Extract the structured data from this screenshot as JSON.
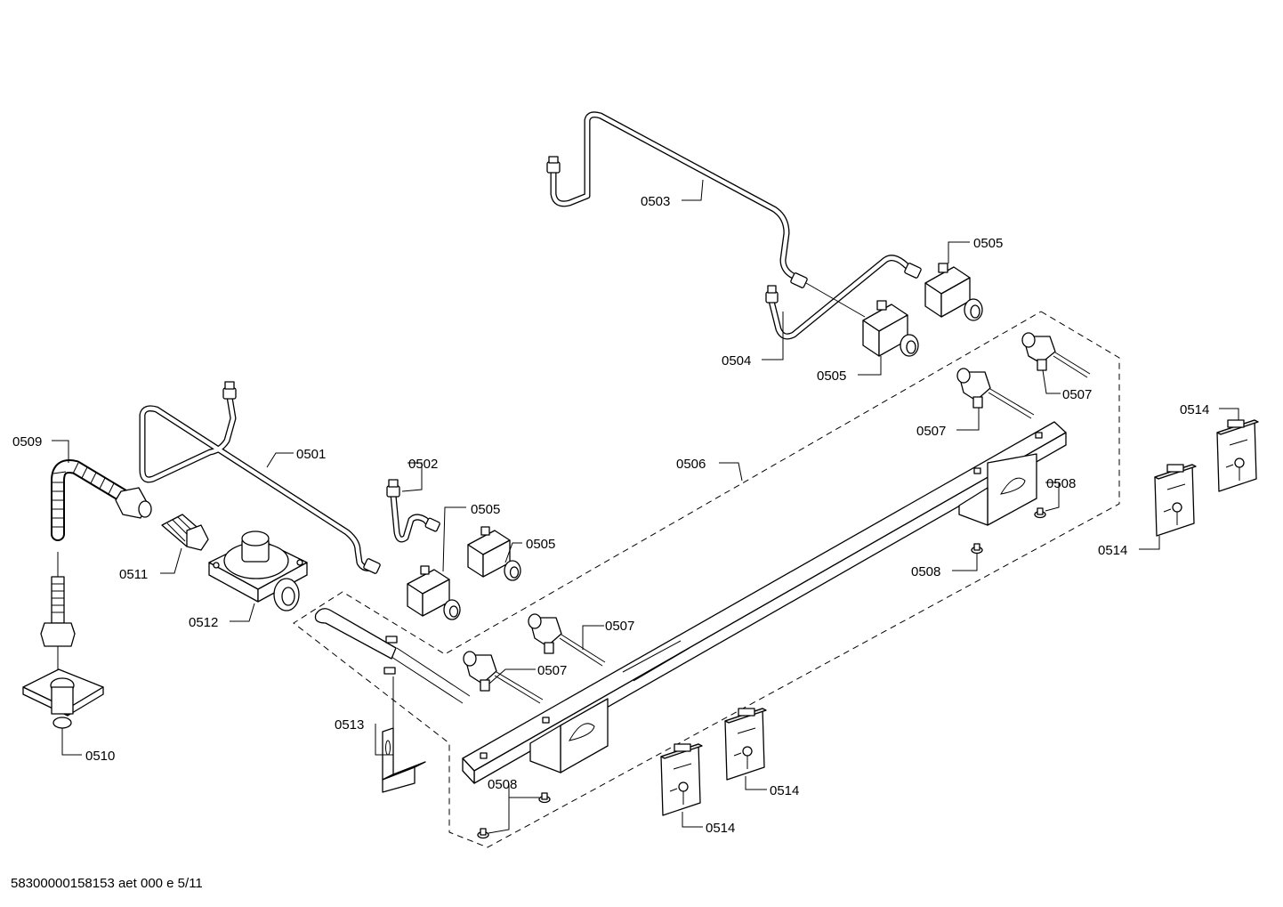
{
  "footer_text": "58300000158153 aet 000 e 5/11",
  "callouts": {
    "c0501": "0501",
    "c0502": "0502",
    "c0503": "0503",
    "c0504": "0504",
    "c0505_top": "0505",
    "c0505_mid": "0505",
    "c0505_left_a": "0505",
    "c0505_left_b": "0505",
    "c0506": "0506",
    "c0507_tr": "0507",
    "c0507_tm": "0507",
    "c0507_la": "0507",
    "c0507_lb": "0507",
    "c0508_r": "0508",
    "c0508_m": "0508",
    "c0508_b": "0508",
    "c0509": "0509",
    "c0510": "0510",
    "c0511": "0511",
    "c0512": "0512",
    "c0513": "0513",
    "c0514_r1": "0514",
    "c0514_r2": "0514",
    "c0514_b1": "0514",
    "c0514_b2": "0514"
  }
}
